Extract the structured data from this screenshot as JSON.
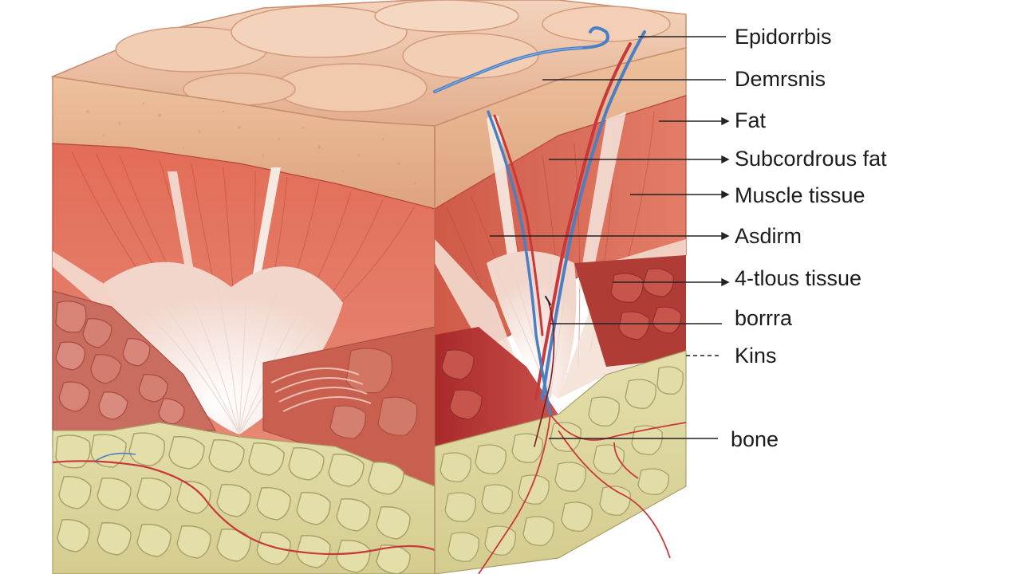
{
  "diagram": {
    "labels": [
      {
        "id": "epidermis",
        "text": "Epidorrbis"
      },
      {
        "id": "dermis",
        "text": "Demrsnis"
      },
      {
        "id": "fat",
        "text": "Fat"
      },
      {
        "id": "subcutaneous",
        "text": "Subcordrous fat"
      },
      {
        "id": "muscle",
        "text": "Muscle tissue"
      },
      {
        "id": "asdirm",
        "text": "Asdirm"
      },
      {
        "id": "fibrous",
        "text": "4-tlous tissue"
      },
      {
        "id": "borma",
        "text": "borrra"
      },
      {
        "id": "kins",
        "text": "Kins"
      },
      {
        "id": "bone",
        "text": "bone"
      }
    ],
    "colors": {
      "skin_top": "#ecc3a8",
      "dermis": "#e6b894",
      "muscle": "#d9604e",
      "tendon": "#f6f3ee",
      "fat_cells": "#c96d60",
      "bone": "#d9d49c",
      "artery": "#c9383a",
      "vein": "#4b7fc4"
    }
  }
}
